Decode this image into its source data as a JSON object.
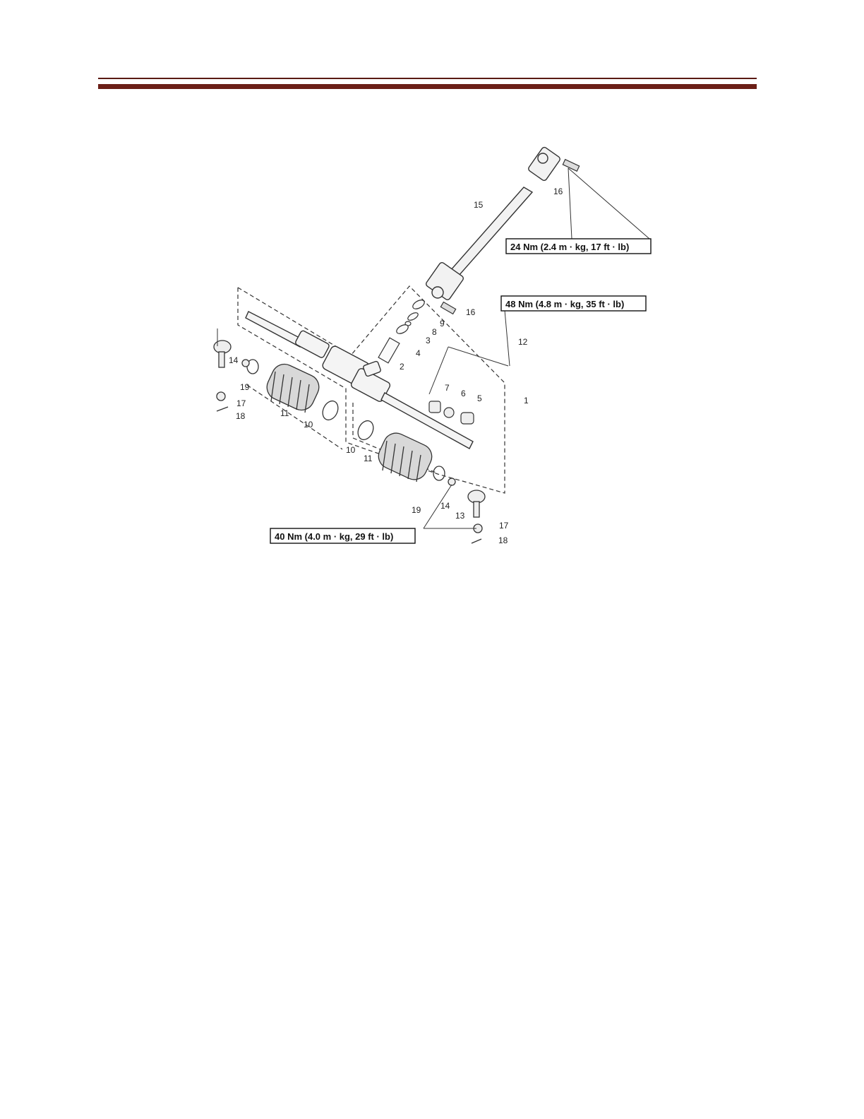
{
  "torque_specs": [
    {
      "id": "torque-24",
      "text": "24 Nm (2.4 m · kg, 17 ft · lb)"
    },
    {
      "id": "torque-48",
      "text": "48 Nm (4.8 m · kg, 35 ft · lb)"
    },
    {
      "id": "torque-40",
      "text": "40 Nm (4.0 m · kg, 29 ft · lb)"
    }
  ],
  "callouts": {
    "c1": "1",
    "c2": "2",
    "c3": "3",
    "c4": "4",
    "c5": "5",
    "c6": "6",
    "c7": "7",
    "c8": "8",
    "c9": "9",
    "c10a": "10",
    "c10b": "10",
    "c11a": "11",
    "c11b": "11",
    "c12": "12",
    "c13": "13",
    "c14a": "14",
    "c14b": "14",
    "c15": "15",
    "c16a": "16",
    "c16b": "16",
    "c17a": "17",
    "c17b": "17",
    "c18a": "18",
    "c18b": "18",
    "c19a": "19",
    "c19b": "19"
  },
  "colors": {
    "rule": "#6b1f17",
    "line": "#333333"
  }
}
